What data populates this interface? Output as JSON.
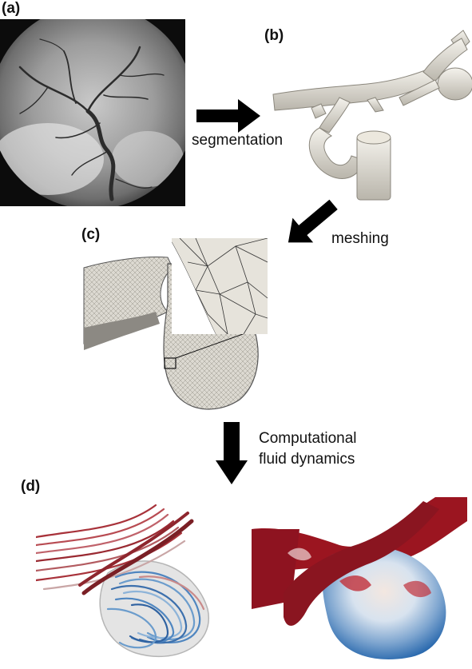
{
  "panels": {
    "a": {
      "label": "(a)"
    },
    "b": {
      "label": "(b)"
    },
    "c": {
      "label": "(c)"
    },
    "d": {
      "label": "(d)"
    }
  },
  "steps": {
    "segmentation": "segmentation",
    "meshing": "meshing",
    "cfd_line1": "Computational",
    "cfd_line2": "fluid dynamics"
  },
  "colors": {
    "arrow": "#000000",
    "vessel_surface": "#e8e5dd",
    "mesh_fill": "#d9d6ce",
    "wss_high": "#9b1520",
    "wss_low": "#1c5fa8",
    "streamline_red": "#a8323a",
    "streamline_blue": "#4f86c0"
  }
}
